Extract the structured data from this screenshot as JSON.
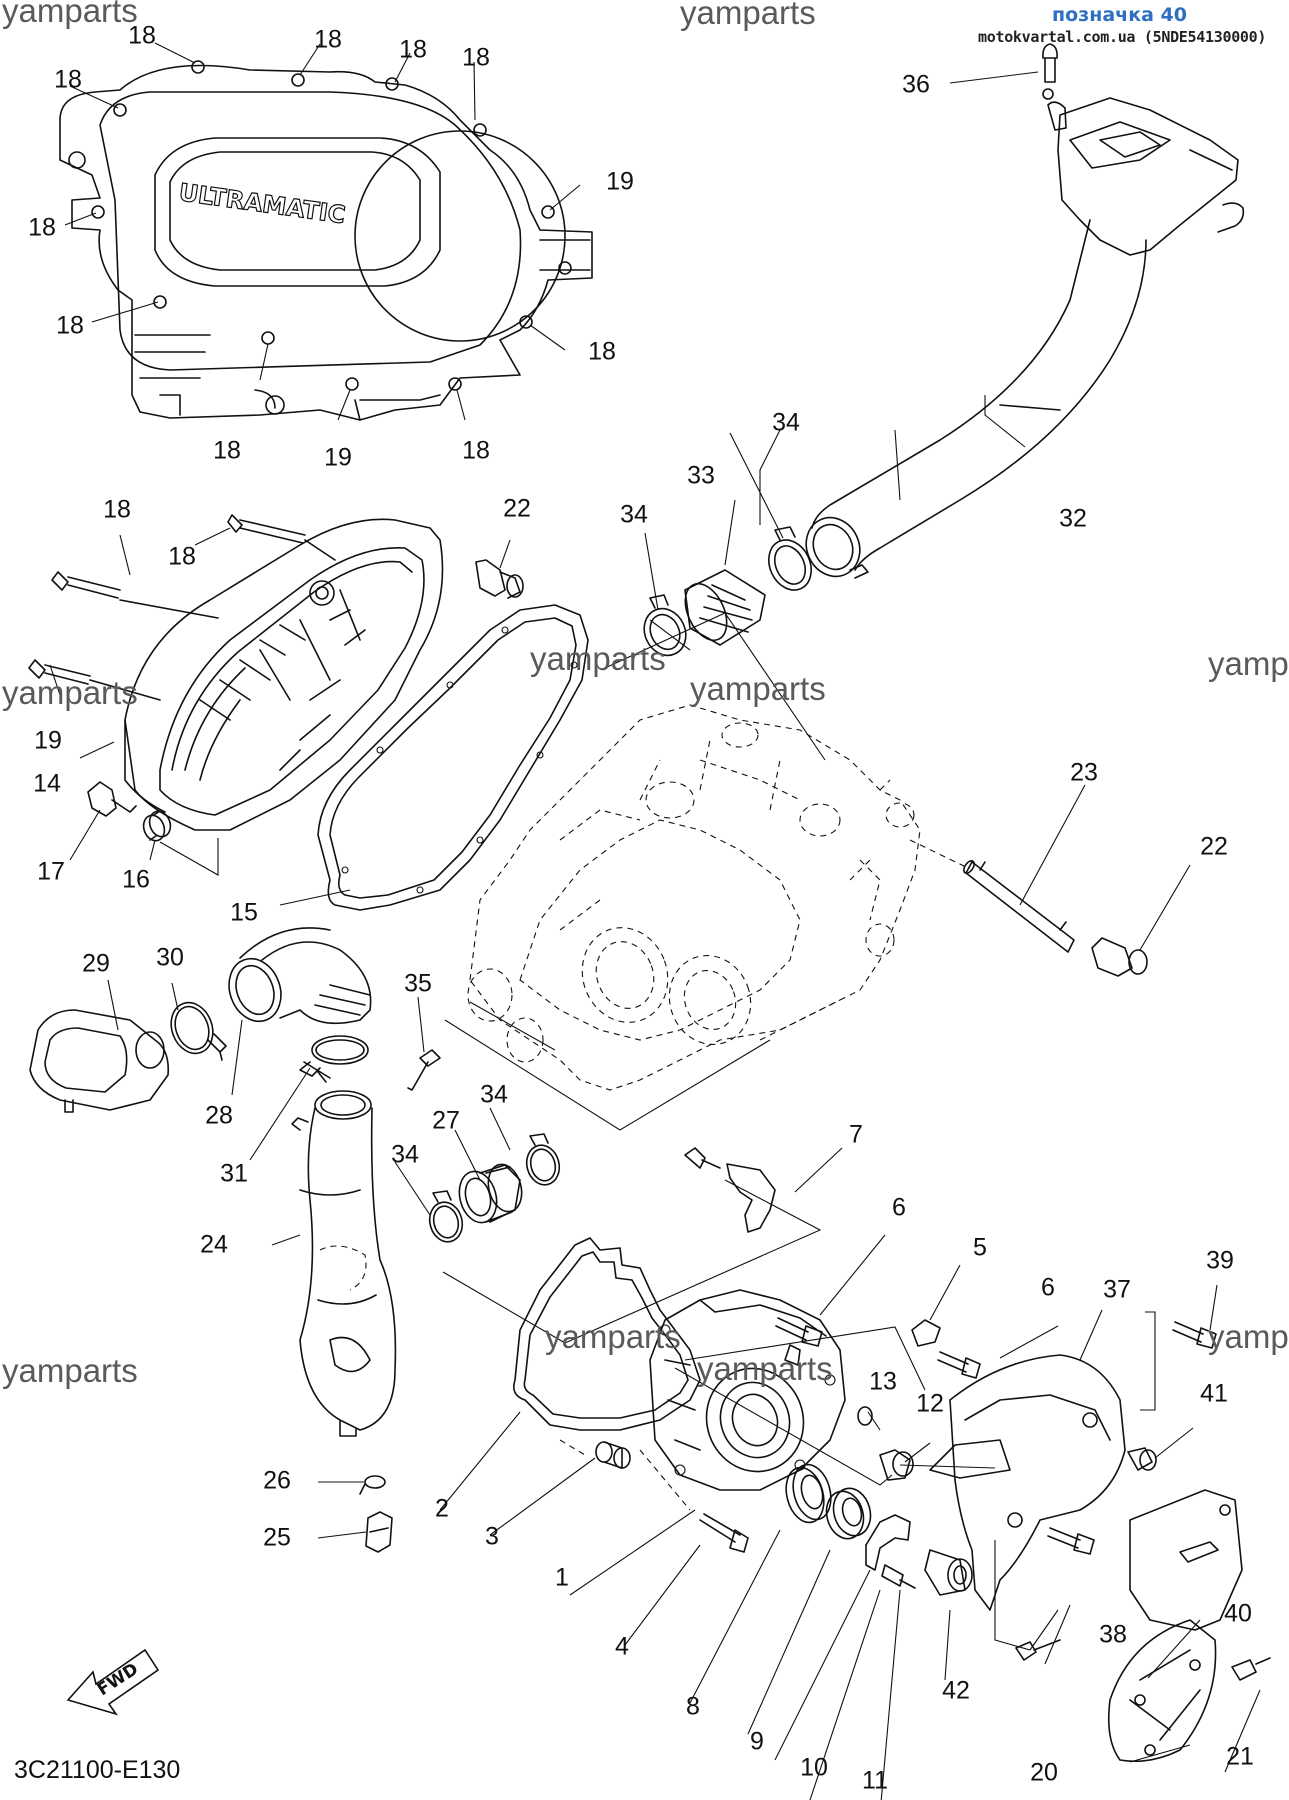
{
  "header": {
    "title": "позначка 40",
    "site": "motokvartal.com.ua (5NDE54130000)"
  },
  "watermark": "yamparts",
  "fwd_label": "FWD",
  "ultramatic_label": "ULTRAMATIC",
  "diagram_code": "3C21100-E130",
  "callouts": [
    {
      "id": "c18a",
      "label": "18"
    },
    {
      "id": "c18b",
      "label": "18"
    },
    {
      "id": "c18c",
      "label": "18"
    },
    {
      "id": "c18d",
      "label": "18"
    },
    {
      "id": "c18e",
      "label": "18"
    },
    {
      "id": "c19a",
      "label": "19"
    },
    {
      "id": "c18f",
      "label": "18"
    },
    {
      "id": "c18g",
      "label": "18"
    },
    {
      "id": "c18h",
      "label": "18"
    },
    {
      "id": "c18i",
      "label": "18"
    },
    {
      "id": "c19b",
      "label": "19"
    },
    {
      "id": "c18j",
      "label": "18"
    },
    {
      "id": "c36",
      "label": "36"
    },
    {
      "id": "c34a",
      "label": "34"
    },
    {
      "id": "c33",
      "label": "33"
    },
    {
      "id": "c34b",
      "label": "34"
    },
    {
      "id": "c32",
      "label": "32"
    },
    {
      "id": "c18k",
      "label": "18"
    },
    {
      "id": "c18l",
      "label": "18"
    },
    {
      "id": "c22a",
      "label": "22"
    },
    {
      "id": "c19c",
      "label": "19"
    },
    {
      "id": "c14",
      "label": "14"
    },
    {
      "id": "c17",
      "label": "17"
    },
    {
      "id": "c16",
      "label": "16"
    },
    {
      "id": "c15",
      "label": "15"
    },
    {
      "id": "c23",
      "label": "23"
    },
    {
      "id": "c22b",
      "label": "22"
    },
    {
      "id": "c29",
      "label": "29"
    },
    {
      "id": "c30",
      "label": "30"
    },
    {
      "id": "c28",
      "label": "28"
    },
    {
      "id": "c31",
      "label": "31"
    },
    {
      "id": "c35",
      "label": "35"
    },
    {
      "id": "c34c",
      "label": "34"
    },
    {
      "id": "c27",
      "label": "27"
    },
    {
      "id": "c34d",
      "label": "34"
    },
    {
      "id": "c24",
      "label": "24"
    },
    {
      "id": "c7",
      "label": "7"
    },
    {
      "id": "c6a",
      "label": "6"
    },
    {
      "id": "c5",
      "label": "5"
    },
    {
      "id": "c6b",
      "label": "6"
    },
    {
      "id": "c37",
      "label": "37"
    },
    {
      "id": "c39",
      "label": "39"
    },
    {
      "id": "c41",
      "label": "41"
    },
    {
      "id": "c13",
      "label": "13"
    },
    {
      "id": "c12",
      "label": "12"
    },
    {
      "id": "c26",
      "label": "26"
    },
    {
      "id": "c25",
      "label": "25"
    },
    {
      "id": "c2",
      "label": "2"
    },
    {
      "id": "c3",
      "label": "3"
    },
    {
      "id": "c1",
      "label": "1"
    },
    {
      "id": "c4",
      "label": "4"
    },
    {
      "id": "c8",
      "label": "8"
    },
    {
      "id": "c9",
      "label": "9"
    },
    {
      "id": "c10",
      "label": "10"
    },
    {
      "id": "c11",
      "label": "11"
    },
    {
      "id": "c42",
      "label": "42"
    },
    {
      "id": "c38",
      "label": "38"
    },
    {
      "id": "c40",
      "label": "40"
    },
    {
      "id": "c20",
      "label": "20"
    },
    {
      "id": "c21",
      "label": "21"
    }
  ]
}
